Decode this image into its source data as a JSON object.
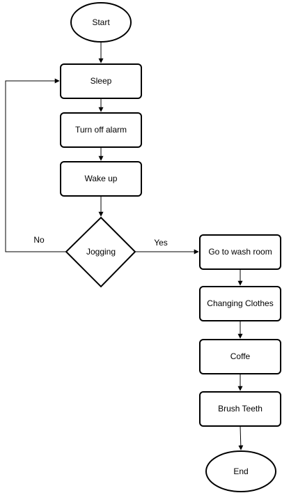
{
  "diagram": {
    "type": "flowchart",
    "colors": {
      "stroke": "#000000",
      "fill": "#ffffff",
      "text": "#000000"
    },
    "nodes": {
      "start": "Start",
      "sleep": "Sleep",
      "turn_off_alarm": "Turn off alarm",
      "wake_up": "Wake up",
      "jogging": "Jogging",
      "go_to_wash_room": "Go to wash room",
      "changing_clothes": "Changing Clothes",
      "coffe": "Coffe",
      "brush_teeth": "Brush Teeth",
      "end": "End"
    },
    "edge_labels": {
      "no": "No",
      "yes": "Yes"
    }
  }
}
